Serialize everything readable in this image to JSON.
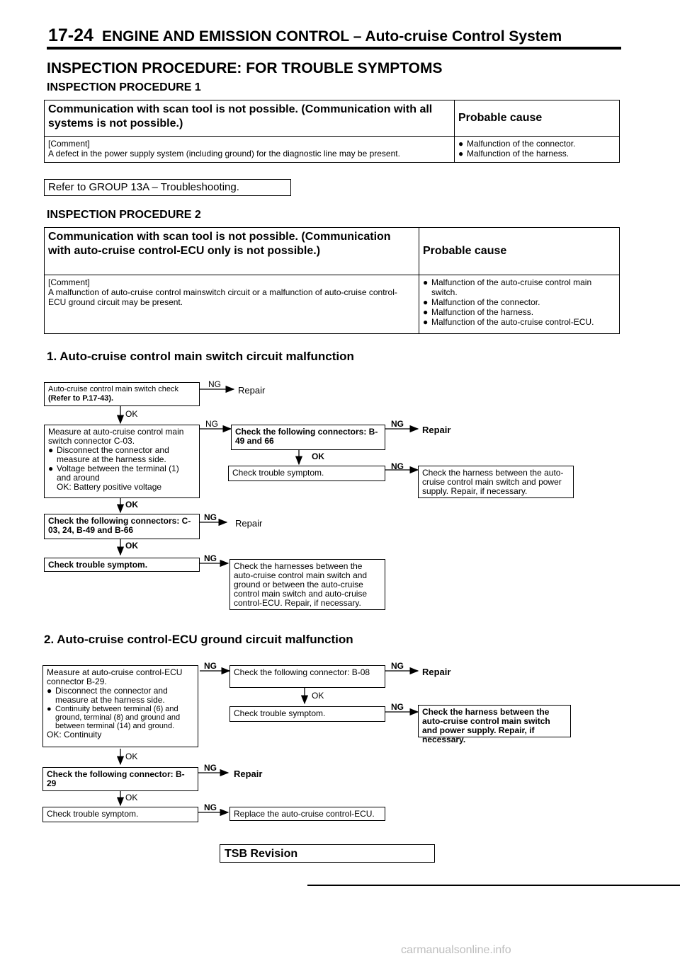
{
  "header": {
    "page_number": "17-24",
    "title": "ENGINE AND EMISSION CONTROL – Auto-cruise Control System"
  },
  "main_heading": "INSPECTION PROCEDURE: FOR TROUBLE SYMPTOMS",
  "procedure1": {
    "heading": "INSPECTION PROCEDURE 1",
    "symptom": "Communication with scan tool is not possible. (Communication with all systems is not possible.)",
    "probable_cause_label": "Probable cause",
    "comment_label": "[Comment]",
    "comment": "A defect in the power supply system (including ground) for the diagnostic line may be present.",
    "causes": [
      "Malfunction of the connector.",
      "Malfunction of the harness."
    ],
    "refer": "Refer to GROUP 13A – Troubleshooting."
  },
  "procedure2": {
    "heading": "INSPECTION PROCEDURE 2",
    "symptom": "Communication with scan tool is not possible. (Communication with auto-cruise control-ECU only is not possible.)",
    "probable_cause_label": "Probable cause",
    "comment_label": "[Comment]",
    "comment": "A malfunction of auto-cruise control mainswitch circuit or a malfunction of auto-cruise control-ECU ground circuit may be present.",
    "causes": [
      "Malfunction of the auto-cruise control main switch.",
      "Malfunction of the connector.",
      "Malfunction of the harness.",
      "Malfunction of the auto-cruise control-ECU."
    ]
  },
  "section1": {
    "heading": "1. Auto-cruise control main switch circuit malfunction",
    "check_main_switch": "Auto-cruise control main switch check",
    "check_main_switch_ref": "(Refer to P.17-43).",
    "repair": "Repair",
    "ng": "NG",
    "ok": "OK",
    "measure_title": "Measure at auto-cruise control main switch connector C-03.",
    "measure_b1": "Disconnect the connector and measure at the harness side.",
    "measure_b2": "Voltage between the terminal (1) and around",
    "measure_ok": "OK: Battery positive voltage",
    "check_conn_66": "Check the following connectors: B-49 and 66",
    "check_trouble": "Check trouble symptom.",
    "harness_power": "Check the harness between the auto-cruise control main switch and power supply. Repair, if necessary.",
    "check_conn_c03": "Check the following connectors: C-03, 24, B-49 and B-66",
    "check_trouble2": "Check trouble symptom.",
    "harness_ground": "Check the harnesses between the auto-cruise control main switch and ground or between the auto-cruise control main switch and auto-cruise control-ECU. Repair, if necessary."
  },
  "section2": {
    "heading": "2. Auto-cruise control-ECU ground circuit malfunction",
    "measure_title": "Measure at auto-cruise control-ECU connector B-29.",
    "measure_b1": "Disconnect the connector and measure at the harness side.",
    "measure_b2": "Continuity between terminal (6) and ground, terminal (8) and ground and between terminal (14) and ground.",
    "measure_ok": "OK: Continuity",
    "check_b08": "Check the following connector: B-08",
    "check_trouble": "Check trouble symptom.",
    "harness_power": "Check the harness between the auto-cruise control main switch and power supply. Repair, if necessary.",
    "check_b29": "Check the following connector: B-29",
    "check_trouble2": "Check trouble symptom.",
    "replace_ecu": "Replace the auto-cruise control-ECU.",
    "repair": "Repair",
    "ng": "NG",
    "ok": "OK"
  },
  "footer": {
    "tsb": "TSB Revision",
    "watermark": "carmanualsonline.info"
  }
}
